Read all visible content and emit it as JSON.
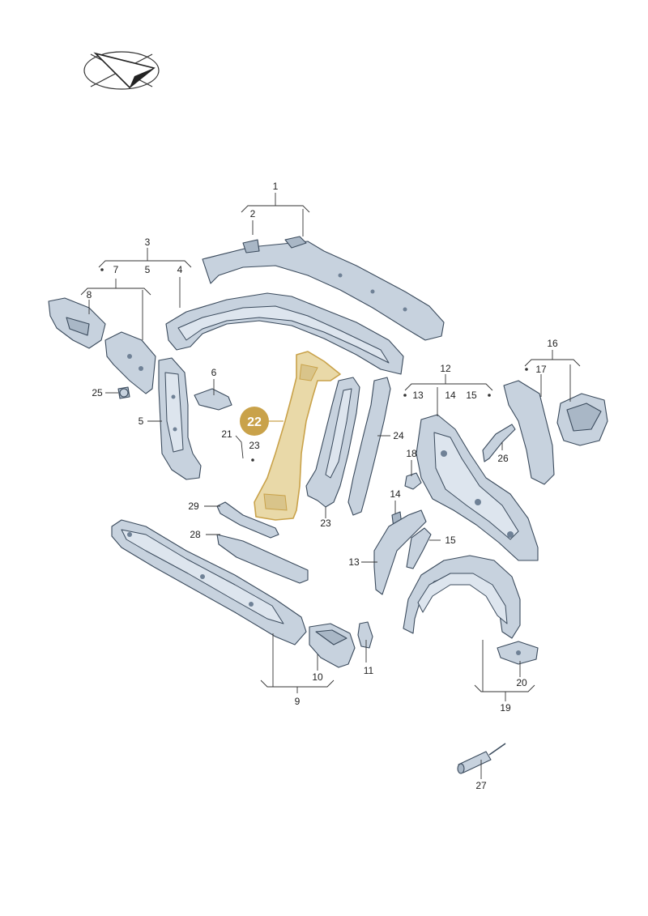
{
  "diagram": {
    "highlighted_part": "22",
    "highlight_color": "#c9a24a",
    "logo": "compass-arrow-logo",
    "callouts": {
      "c1": "1",
      "c2": "2",
      "c3": "3",
      "c4": "4",
      "c5a": "5",
      "c5b": "5",
      "c6": "6",
      "c7": "7",
      "c8": "8",
      "c9": "9",
      "c10": "10",
      "c11": "11",
      "c12": "12",
      "c13a": "13",
      "c13b": "13",
      "c14a": "14",
      "c14b": "14",
      "c15a": "15",
      "c15b": "15",
      "c16": "16",
      "c17": "17",
      "c18": "18",
      "c19": "19",
      "c20": "20",
      "c21": "21",
      "c23a": "23",
      "c23b": "23",
      "c24": "24",
      "c25": "25",
      "c26": "26",
      "c27": "27",
      "c28": "28",
      "c29": "29"
    }
  }
}
